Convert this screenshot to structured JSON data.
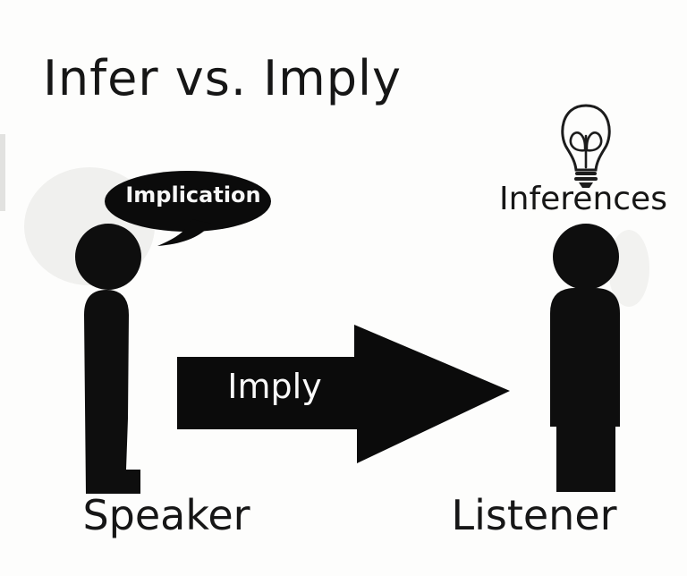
{
  "title": "Infer vs. Imply",
  "speaker": {
    "bubble_text": "Implication",
    "label": "Speaker"
  },
  "arrow": {
    "label": "Imply"
  },
  "listener": {
    "idea_label": "Inferences",
    "label": "Listener"
  },
  "icons": {
    "speech_bubble": "speech-bubble-icon",
    "right_arrow": "right-arrow-icon",
    "lightbulb": "lightbulb-sprout-icon",
    "speaker_figure": "person-silhouette-icon",
    "listener_figure": "person-silhouette-icon"
  },
  "colors": {
    "ink_black": "#0e0e0e",
    "background": "#fdfdfc",
    "text_dark": "#161616",
    "bubble_text_white": "#f7f7f7",
    "halo_gray": "#f0f0ee"
  }
}
